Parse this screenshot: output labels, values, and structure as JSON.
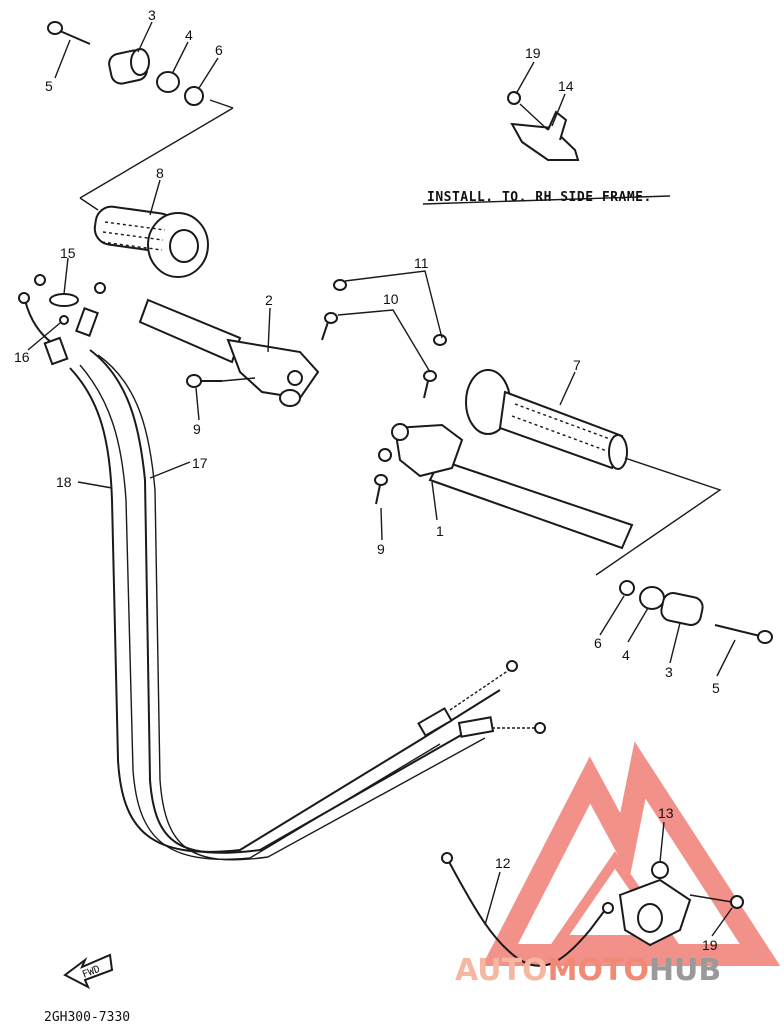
{
  "callouts": {
    "n1": "1",
    "n2": "2",
    "n3a": "3",
    "n3b": "3",
    "n4a": "4",
    "n4b": "4",
    "n5a": "5",
    "n5b": "5",
    "n6a": "6",
    "n6b": "6",
    "n7": "7",
    "n8": "8",
    "n9a": "9",
    "n9b": "9",
    "n10": "10",
    "n11": "11",
    "n12": "12",
    "n13": "13",
    "n14": "14",
    "n15": "15",
    "n16": "16",
    "n17": "17",
    "n18": "18",
    "n19a": "19",
    "n19b": "19"
  },
  "install_note": "INSTALL. TO. RH SIDE FRAME.",
  "fwd_label": "FWD",
  "drawing_code": "2GH300-7330",
  "watermark": {
    "part1": "AUTO",
    "part2": "MOTO",
    "part3": "HUB",
    "color_auto": "#f6b7a0",
    "color_moto": "#f08a74",
    "color_hub": "#9a9a9a",
    "logo_color": "#e8392c"
  }
}
